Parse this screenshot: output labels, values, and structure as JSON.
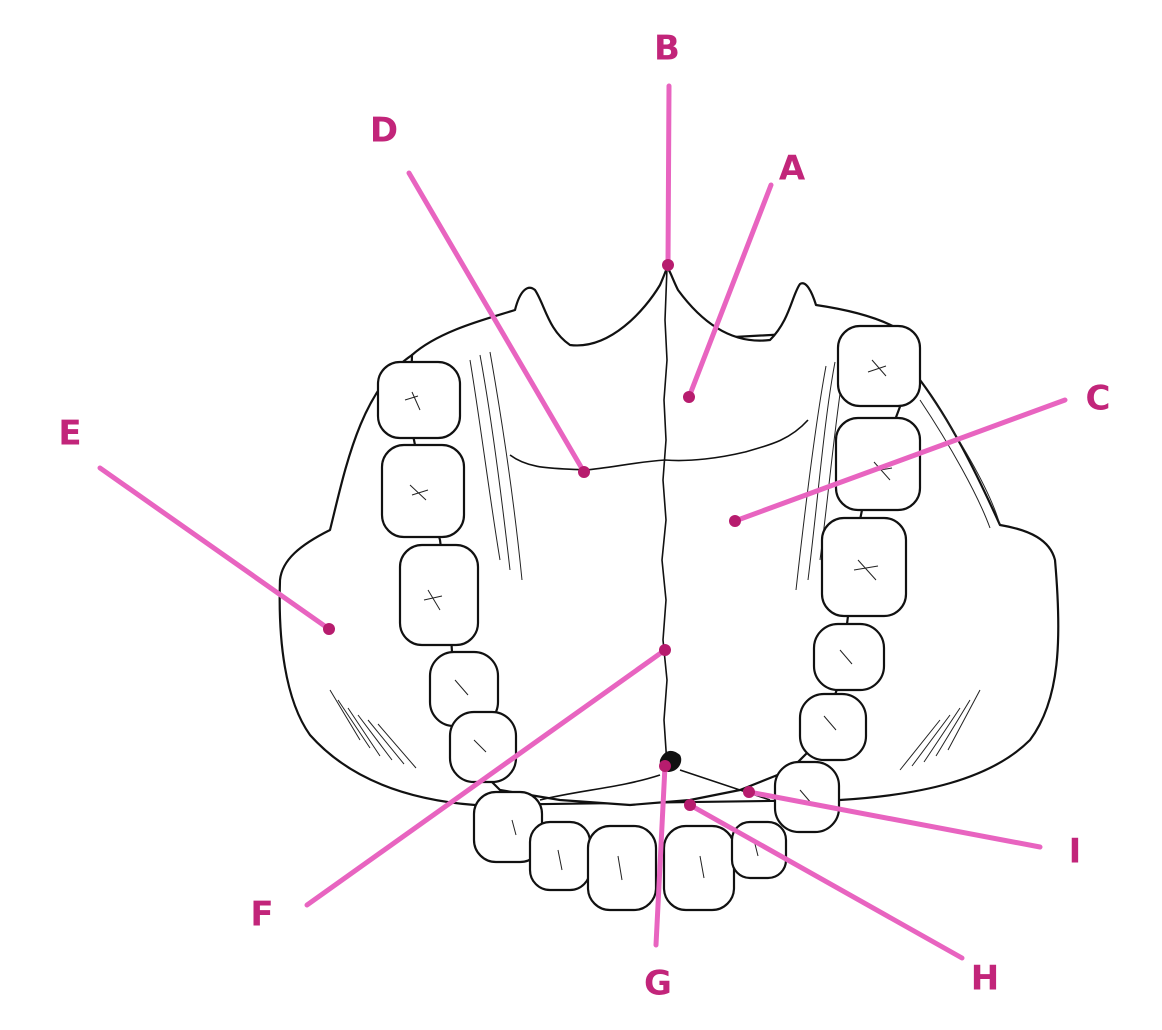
{
  "diagram": {
    "type": "anatomical-labeling",
    "subject": "inferior view of hard palate and maxillary dental arch",
    "colors": {
      "label": "#c2257a",
      "leader": "#e864c0",
      "dot": "#b71c6e",
      "outline": "#111111",
      "background": "#ffffff"
    },
    "labels": [
      {
        "id": "A",
        "text": "A"
      },
      {
        "id": "B",
        "text": "B"
      },
      {
        "id": "C",
        "text": "C"
      },
      {
        "id": "D",
        "text": "D"
      },
      {
        "id": "E",
        "text": "E"
      },
      {
        "id": "F",
        "text": "F"
      },
      {
        "id": "G",
        "text": "G"
      },
      {
        "id": "H",
        "text": "H"
      },
      {
        "id": "I",
        "text": "I"
      }
    ]
  }
}
